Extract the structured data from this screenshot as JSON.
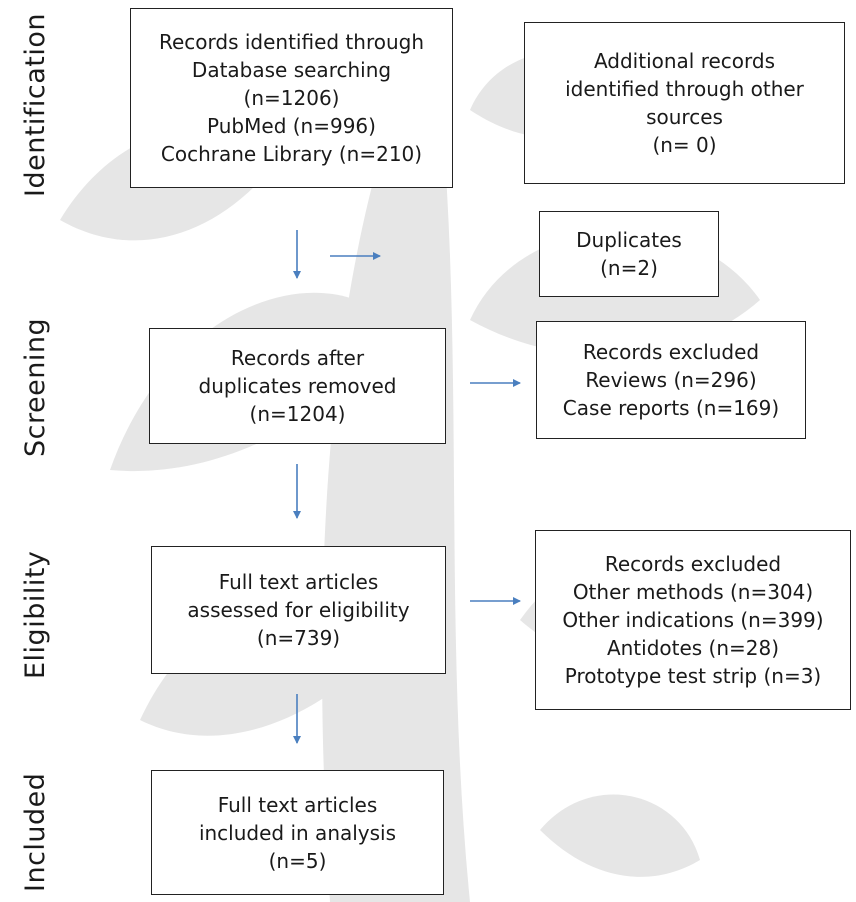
{
  "stages": {
    "identification": "Identification",
    "screening": "Screening",
    "eligibility": "Eligibility",
    "included": "Included"
  },
  "boxes": {
    "identified": [
      "Records identified through",
      "Database searching",
      "(n=1206)",
      "PubMed (n=996)",
      "Cochrane Library (n=210)"
    ],
    "additional": [
      "Additional records",
      "identified through other",
      "sources",
      "(n= 0)"
    ],
    "duplicates": [
      "Duplicates",
      "(n=2)"
    ],
    "after_duplicates": [
      "Records after",
      "duplicates removed",
      "(n=1204)"
    ],
    "excluded_screening": [
      "Records excluded",
      "Reviews (n=296)",
      "Case reports (n=169)"
    ],
    "full_text": [
      "Full text articles",
      "assessed for eligibility",
      "(n=739)"
    ],
    "excluded_eligibility": [
      "Records excluded",
      "Other methods (n=304)",
      "Other indications (n=399)",
      "Antidotes (n=28)",
      "Prototype test strip (n=3)"
    ],
    "included": [
      "Full text articles",
      "included in analysis",
      "(n=5)"
    ]
  },
  "colors": {
    "arrow": "#4a7fbf",
    "border": "#222222",
    "watermark": "#e4e4e4"
  }
}
